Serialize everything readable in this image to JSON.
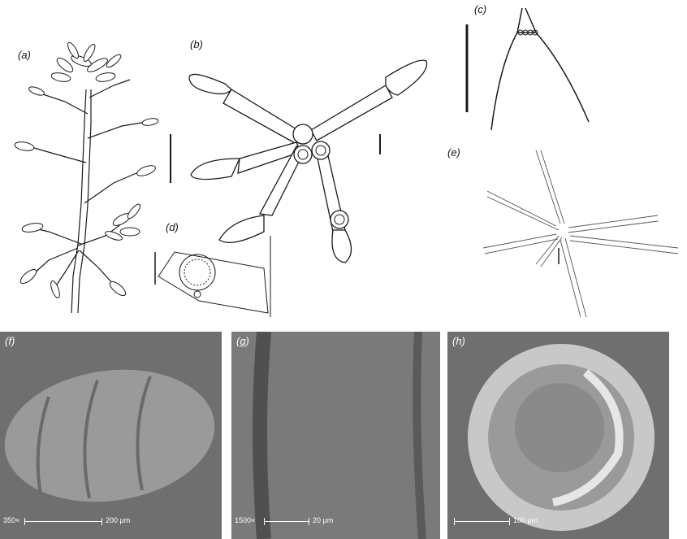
{
  "panels": {
    "a": {
      "label": "(a)"
    },
    "b": {
      "label": "(b)"
    },
    "c": {
      "label": "(c)"
    },
    "d": {
      "label": "(d)"
    },
    "e": {
      "label": "(e)"
    },
    "f": {
      "label": "(f)",
      "magnification": "350×",
      "scale": "200 μm"
    },
    "g": {
      "label": "(g)",
      "magnification": "1500×",
      "scale": "20 μm"
    },
    "h": {
      "label": "(h)",
      "magnification": "",
      "scale": "100 μm"
    }
  },
  "colors": {
    "ink": "#1a1a1a",
    "sem_background": "#6f6f6f",
    "sem_text": "#ffffff"
  }
}
